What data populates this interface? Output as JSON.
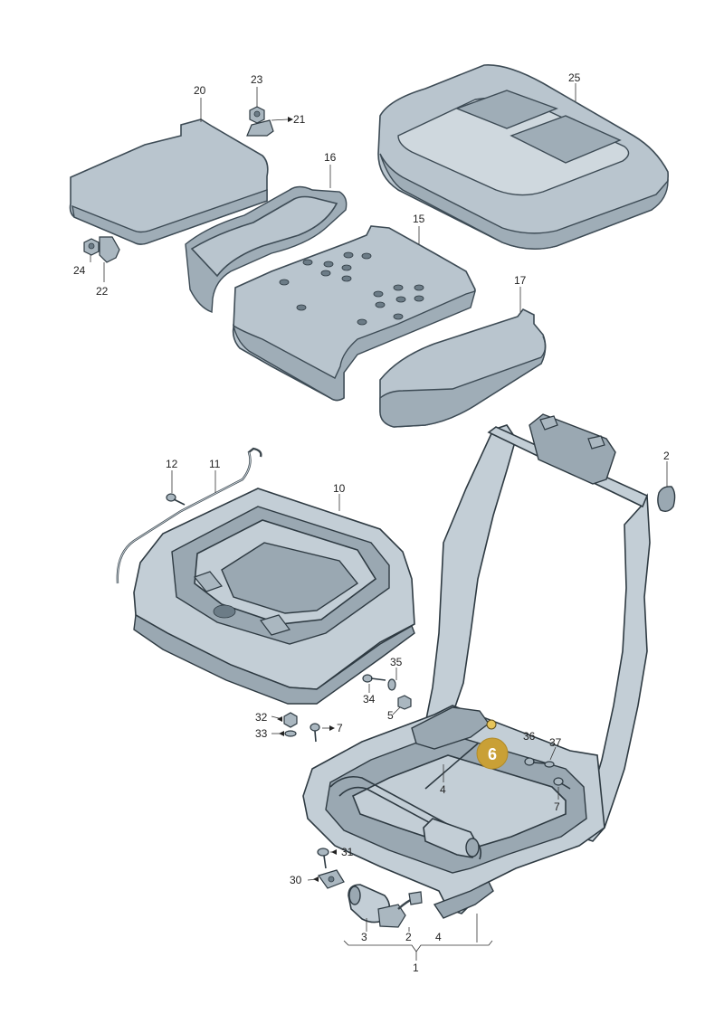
{
  "labels": {
    "p1": "1",
    "p2": "2",
    "p2b": "2",
    "p3": "3",
    "p4": "4",
    "p4b": "4",
    "p5": "5",
    "p6": "6",
    "p7": "7",
    "p7b": "7",
    "p10": "10",
    "p11": "11",
    "p12": "12",
    "p15": "15",
    "p16": "16",
    "p17": "17",
    "p20": "20",
    "p21": "21",
    "p22": "22",
    "p23": "23",
    "p24": "24",
    "p25": "25",
    "p30": "30",
    "p31": "31",
    "p32": "32",
    "p33": "33",
    "p34": "34",
    "p35": "35",
    "p36": "36",
    "p37": "37"
  },
  "colors": {
    "highlight_badge": "#c9a036",
    "highlight_text": "#ffffff",
    "line_art": "#2e3a42",
    "foam_fill": "#b9c5ce"
  }
}
